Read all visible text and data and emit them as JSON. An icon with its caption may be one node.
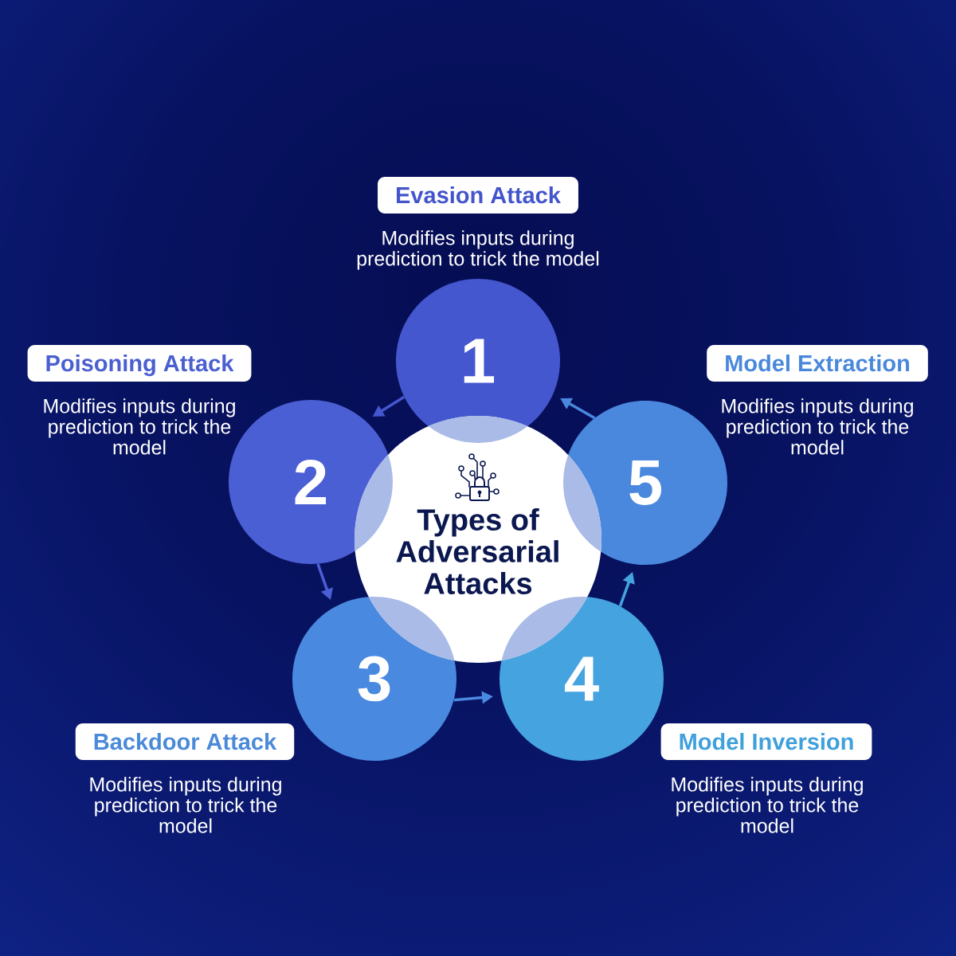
{
  "diagram": {
    "nodes": [
      {
        "text": [
          "Types of Adversarial Attacks"
        ]
      },
      {
        "text": [
          "1"
        ]
      },
      {
        "text": [
          "2"
        ]
      },
      {
        "text": [
          "3"
        ]
      },
      {
        "text": [
          "4"
        ]
      },
      {
        "text": [
          "5"
        ]
      },
      {
        "text": [
          "Evasion Attack"
        ]
      },
      {
        "text": [
          "Poisoning Attack"
        ]
      },
      {
        "text": [
          "Backdoor Attack"
        ]
      },
      {
        "text": [
          "Model Inversion"
        ]
      },
      {
        "text": [
          "Model Extraction"
        ]
      }
    ],
    "edges": [
      {
        "from": 1,
        "to": 2,
        "arrow": "to",
        "color": "#4457cf"
      },
      {
        "from": 2,
        "to": 3,
        "arrow": "to",
        "color": "#4b5fd5"
      },
      {
        "from": 3,
        "to": 4,
        "arrow": "to",
        "color": "#4a89e0"
      },
      {
        "from": 4,
        "to": 5,
        "arrow": "to",
        "color": "#45a3e0"
      },
      {
        "from": 5,
        "to": 1,
        "arrow": "to",
        "color": "#4a88de"
      }
    ],
    "labels": [
      "Modifies inputs during prediction to trick the model",
      "Modifies inputs during prediction to trick the model",
      "Modifies inputs during prediction to trick the model",
      "Modifies inputs during prediction to trick the model",
      "Modifies inputs during prediction to trick the model"
    ]
  }
}
